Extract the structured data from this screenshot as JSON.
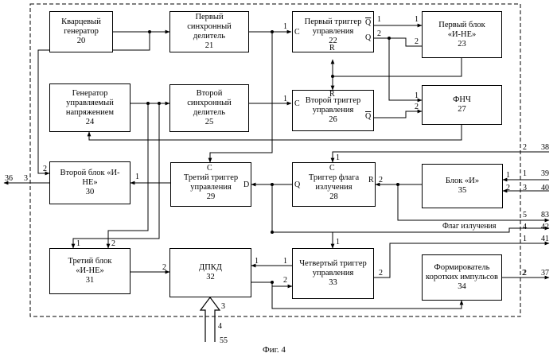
{
  "figure_caption": "Фиг. 4",
  "blocks": {
    "b20": {
      "name": "Кварцевый генератор",
      "num": "20"
    },
    "b21": {
      "name": "Первый синхронный делитель",
      "num": "21"
    },
    "b22": {
      "name": "Первый триггер управления",
      "num": "22"
    },
    "b23": {
      "name": "Первый блок «И-НЕ»",
      "num": "23"
    },
    "b24": {
      "name": "Генератор управляемый напряжением",
      "num": "24"
    },
    "b25": {
      "name": "Второй синхронный делитель",
      "num": "25"
    },
    "b26": {
      "name": "Второй триггер управления",
      "num": "26"
    },
    "b27": {
      "name": "ФНЧ",
      "num": "27"
    },
    "b30": {
      "name": "Второй блок «И-НЕ»",
      "num": "30"
    },
    "b29": {
      "name": "Третий триггер управления",
      "num": "29"
    },
    "b28": {
      "name": "Триггер флага излучения",
      "num": "28"
    },
    "b35": {
      "name": "Блок «И»",
      "num": "35"
    },
    "b31": {
      "name": "Третий блок «И-НЕ»",
      "num": "31"
    },
    "b32": {
      "name": "ДПКД",
      "num": "32"
    },
    "b33": {
      "name": "Четвертый триггер управления",
      "num": "33"
    },
    "b34": {
      "name": "Формирователь коротких импульсов",
      "num": "34"
    }
  },
  "pins": {
    "p22_c": "C",
    "p22_1": "1",
    "p22_q1": "Q",
    "p22_q2": "Q",
    "p22_r": "R",
    "p22_2": "2",
    "p26_c": "C",
    "p26_1": "1",
    "p26_q": "Q",
    "p26_r": "R",
    "p23_1": "1",
    "p23_2": "2",
    "p27_1": "1",
    "p27_2": "2",
    "p29_c": "C",
    "p29_d": "D",
    "p28_c": "C",
    "p28_r": "R",
    "p28_q": "Q",
    "p28_1": "1",
    "p28_2": "2",
    "p30_1": "1",
    "p30_2": "2",
    "p35_1": "1",
    "p35_2": "2",
    "p31_1": "1",
    "p31_2": "2",
    "p32_1": "1",
    "p32_2": "2",
    "p32_3": "3",
    "p33_1": "1",
    "p33_2": "2",
    "p34_1": "1",
    "p34_2": "2"
  },
  "terminals": {
    "t38": "38",
    "t38_pin": "2",
    "t39": "39",
    "t39_pin": "1",
    "t40": "40",
    "t40_pin": "3",
    "t83": "83",
    "t83_pin": "5",
    "t42": "42",
    "t42_pin": "4",
    "t41": "41",
    "t41_pin": "1",
    "t37": "37",
    "t37_pin": "2",
    "t36": "36",
    "t36_pin": "3",
    "t55": "55",
    "t55_pin": "4"
  },
  "flag_label": "Флаг излучения"
}
